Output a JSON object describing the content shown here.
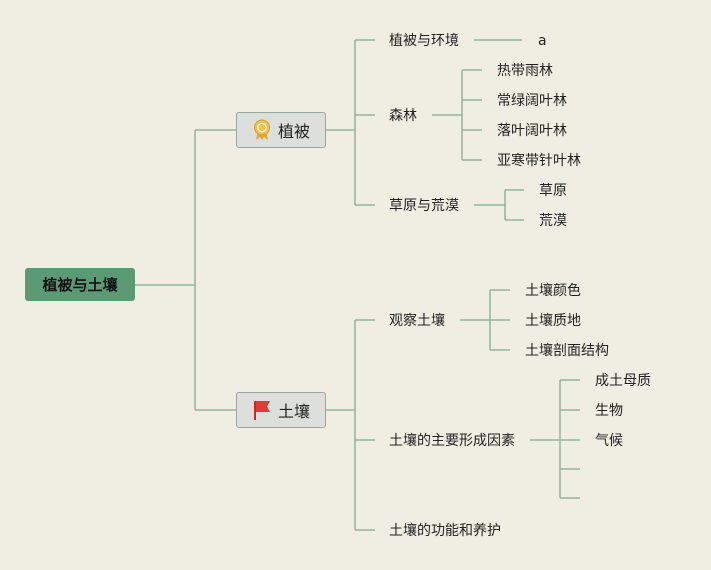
{
  "root": {
    "label": "植被与土壤"
  },
  "branches": [
    {
      "label": "植被",
      "icon": "award-badge-icon",
      "children": [
        {
          "label": "植被与环境",
          "children": [
            {
              "label": "a"
            }
          ]
        },
        {
          "label": "森林",
          "children": [
            {
              "label": "热带雨林"
            },
            {
              "label": "常绿阔叶林"
            },
            {
              "label": "落叶阔叶林"
            },
            {
              "label": "亚寒带针叶林"
            }
          ]
        },
        {
          "label": "草原与荒漠",
          "children": [
            {
              "label": "草原"
            },
            {
              "label": "荒漠"
            }
          ]
        }
      ]
    },
    {
      "label": "土壤",
      "icon": "red-flag-icon",
      "children": [
        {
          "label": "观察土壤",
          "children": [
            {
              "label": "土壤颜色"
            },
            {
              "label": "土壤质地"
            },
            {
              "label": "土壤剖面结构"
            }
          ]
        },
        {
          "label": "土壤的主要形成因素",
          "children": [
            {
              "label": "成土母质"
            },
            {
              "label": "生物"
            },
            {
              "label": "气候"
            },
            {
              "label": ""
            },
            {
              "label": ""
            }
          ]
        },
        {
          "label": "土壤的功能和养护"
        }
      ]
    }
  ],
  "colors": {
    "line": "#8fb59d",
    "root_fill": "#5c9a76",
    "branch_fill": "#dcdfdc",
    "background": "#f0eee3"
  }
}
